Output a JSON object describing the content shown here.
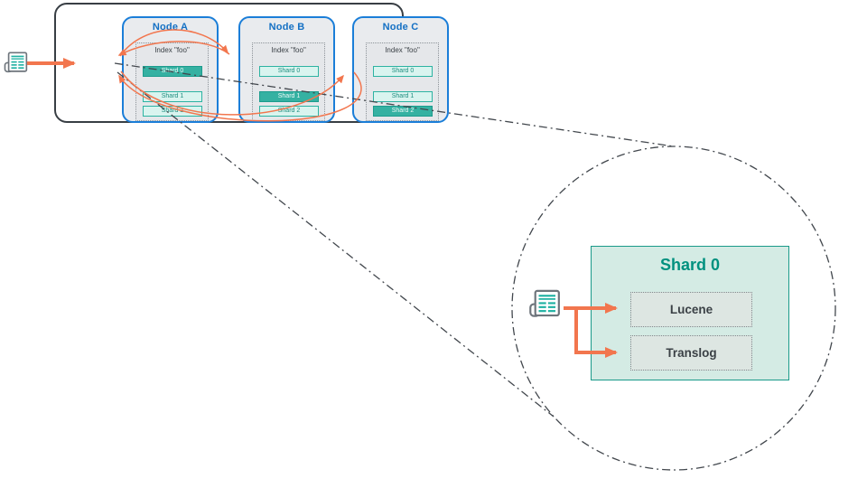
{
  "cluster": {
    "nodes": [
      {
        "title": "Node A",
        "index_label": "Index \"foo\"",
        "shards": [
          {
            "label": "Shard 0",
            "primary": true
          },
          {
            "label": "Shard 1",
            "primary": false
          },
          {
            "label": "Shard 2",
            "primary": false
          }
        ]
      },
      {
        "title": "Node B",
        "index_label": "Index \"foo\"",
        "shards": [
          {
            "label": "Shard 0",
            "primary": false
          },
          {
            "label": "Shard 1",
            "primary": true
          },
          {
            "label": "Shard 2",
            "primary": false
          }
        ]
      },
      {
        "title": "Node C",
        "index_label": "Index \"foo\"",
        "shards": [
          {
            "label": "Shard 0",
            "primary": false
          },
          {
            "label": "Shard 1",
            "primary": false
          },
          {
            "label": "Shard 2",
            "primary": true
          }
        ]
      }
    ]
  },
  "zoom_detail": {
    "title": "Shard 0",
    "components": [
      {
        "label": "Lucene"
      },
      {
        "label": "Translog"
      }
    ]
  },
  "icons": {
    "left_document": "document-icon",
    "detail_document": "document-icon"
  },
  "colors": {
    "node_border_blue": "#1b7ed8",
    "node_title_blue": "#1470c4",
    "primary_shard_teal": "#35b1a2",
    "replica_shard_mint": "#d9f4ef",
    "shard_border_teal": "#2db3a2",
    "zoom_panel_mint": "#d4ebe4",
    "zoom_title_teal": "#00917f",
    "arrow_orange": "#f2764e",
    "dashdot_gray": "#42474d"
  }
}
